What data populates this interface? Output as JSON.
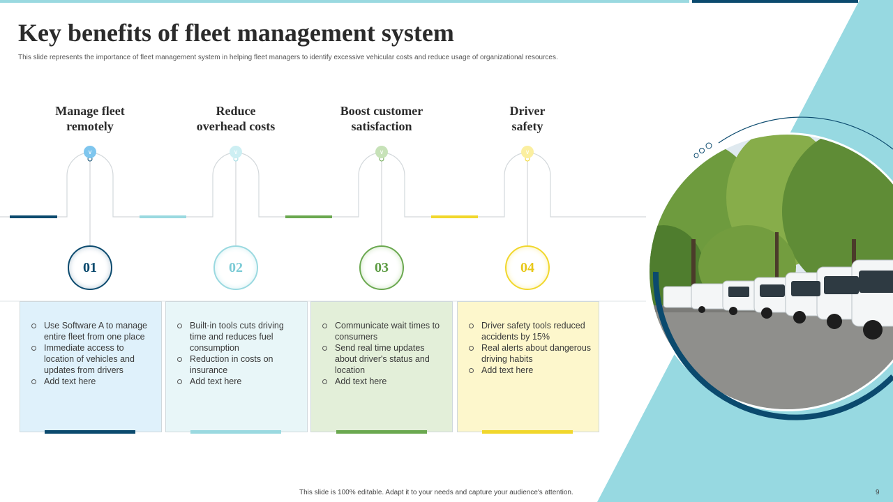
{
  "title": "Key benefits of fleet management system",
  "subtitle": "This slide represents the importance of fleet management  system in helping  fleet managers to identify excessive vehicular costs and reduce usage of organizational resources.",
  "colors": {
    "navy": "#0b4a6e",
    "light_blue": "#9ad9e0",
    "green": "#6aa84f",
    "yellow": "#f1d72c",
    "triangle": "#97d9e1"
  },
  "benefits": [
    {
      "heading_line1": "Manage fleet",
      "heading_line2": "remotely",
      "number": "01",
      "icon": "chevron-down-icon",
      "bullets": [
        "Use Software A to manage entire fleet from one place",
        "Immediate access to location of vehicles and updates from drivers",
        "Add text here"
      ]
    },
    {
      "heading_line1": "Reduce",
      "heading_line2": "overhead costs",
      "number": "02",
      "icon": "chevron-down-icon",
      "bullets": [
        "Built-in tools cuts driving time and reduces fuel consumption",
        "Reduction in costs on insurance",
        "Add text here"
      ]
    },
    {
      "heading_line1": "Boost customer",
      "heading_line2": "satisfaction",
      "number": "03",
      "icon": "chevron-down-icon",
      "bullets": [
        "Communicate wait times to consumers",
        "Send real time updates about driver's status and location",
        "Add text here"
      ]
    },
    {
      "heading_line1": "Driver",
      "heading_line2": "safety",
      "number": "04",
      "icon": "chevron-down-icon",
      "bullets": [
        "Driver safety tools reduced accidents by 15%",
        "Real alerts about dangerous driving habits",
        "Add text here"
      ]
    }
  ],
  "photo": {
    "icon": "fleet-vans-photo"
  },
  "footer": {
    "text": "This slide is 100% editable.  Adapt it to your needs and capture your audience's attention.",
    "page_number": "9"
  }
}
